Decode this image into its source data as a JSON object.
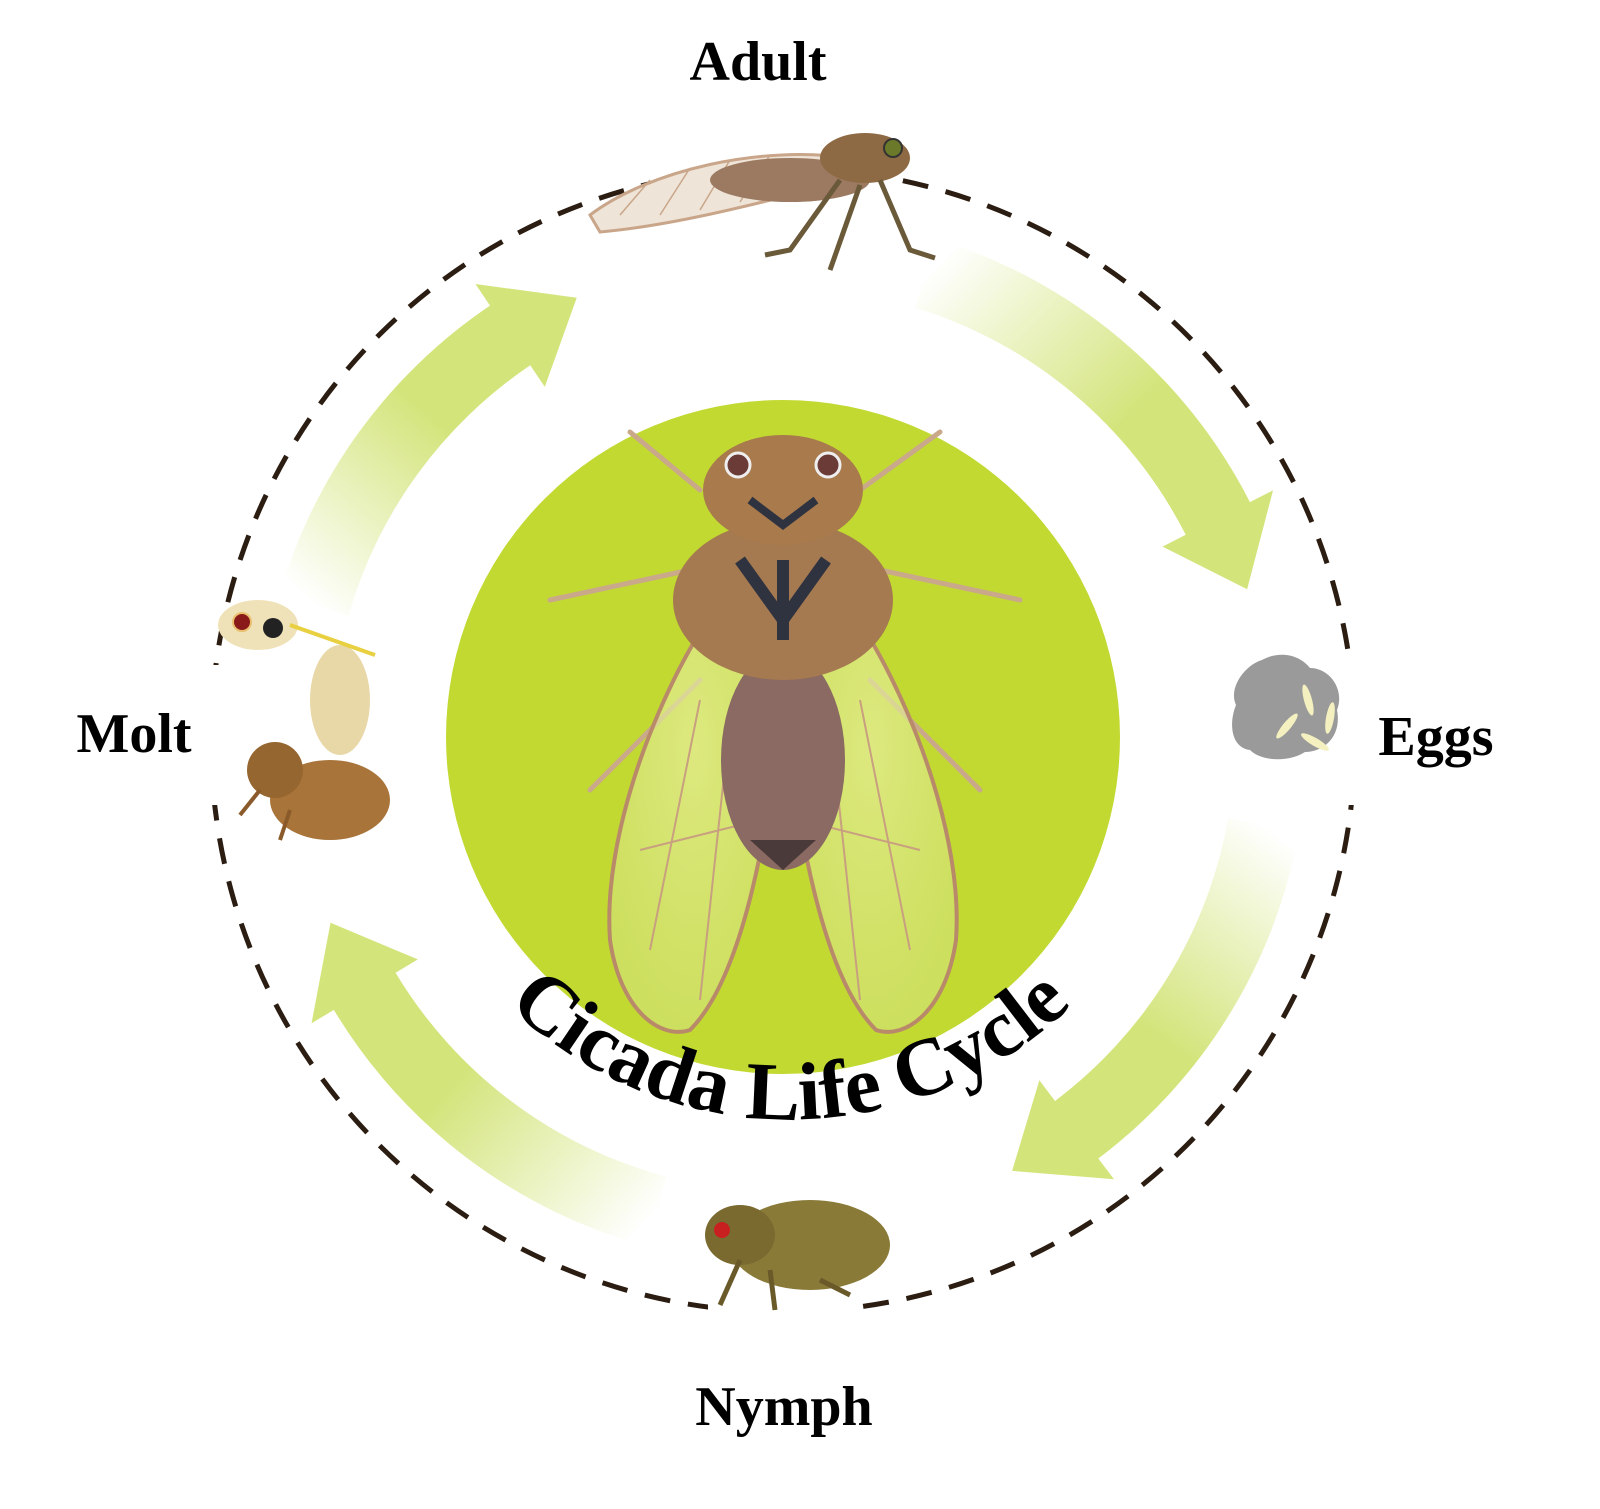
{
  "title": "Cicada Life Cycle",
  "stages": [
    {
      "id": "adult",
      "label": "Adult"
    },
    {
      "id": "eggs",
      "label": "Eggs"
    },
    {
      "id": "nymph",
      "label": "Nymph"
    },
    {
      "id": "molt",
      "label": "Molt"
    }
  ],
  "colors": {
    "center_circle": "#c2d932",
    "arrow": "#d3e47a",
    "dashed_ring": "#2b1d12",
    "egg_cluster": "#9a9a9a",
    "egg": "#f4f0c0",
    "cicada_body": "#9b6b4a",
    "wing_vein": "#b98a6a"
  },
  "icons": [
    "adult-cicada-icon",
    "egg-cluster-icon",
    "nymph-icon",
    "molting-cicada-icon",
    "center-cicada-icon"
  ]
}
